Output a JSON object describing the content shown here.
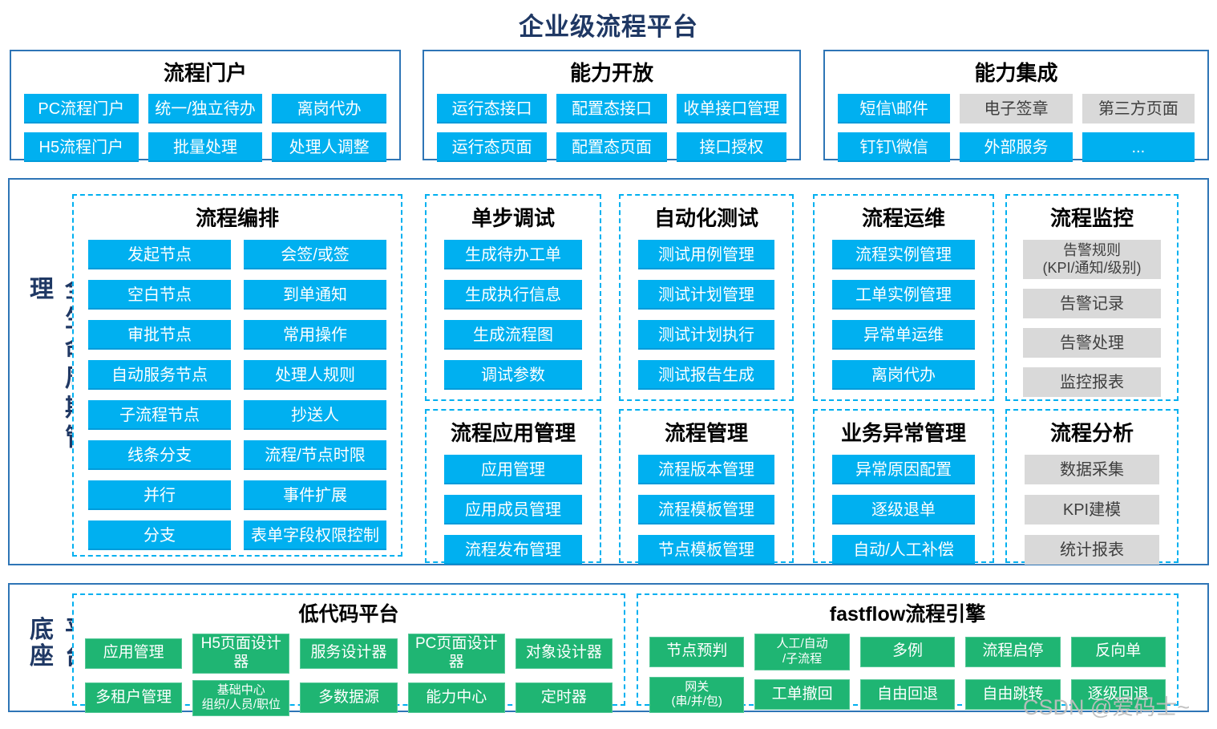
{
  "page": {
    "title": "企业级流程平台",
    "watermark": "CSDN @爱码士~"
  },
  "colors": {
    "accent_blue": "#00B0F0",
    "accent_green": "#1FB573",
    "accent_gray": "#D9D9D9",
    "border_blue": "#2E75B6",
    "dashed_blue": "#00B0F0",
    "navy_text": "#1F3864"
  },
  "top_sections": [
    {
      "title": "流程门户",
      "items": [
        {
          "label": "PC流程门户",
          "style": "blue"
        },
        {
          "label": "统一/独立待办",
          "style": "blue"
        },
        {
          "label": "离岗代办",
          "style": "blue"
        },
        {
          "label": "H5流程门户",
          "style": "blue"
        },
        {
          "label": "批量处理",
          "style": "blue"
        },
        {
          "label": "处理人调整",
          "style": "blue"
        }
      ]
    },
    {
      "title": "能力开放",
      "items": [
        {
          "label": "运行态接口",
          "style": "blue"
        },
        {
          "label": "配置态接口",
          "style": "blue"
        },
        {
          "label": "收单接口管理",
          "style": "blue"
        },
        {
          "label": "运行态页面",
          "style": "blue"
        },
        {
          "label": "配置态页面",
          "style": "blue"
        },
        {
          "label": "接口授权",
          "style": "blue"
        }
      ]
    },
    {
      "title": "能力集成",
      "items": [
        {
          "label": "短信\\邮件",
          "style": "blue"
        },
        {
          "label": "电子签章",
          "style": "gray"
        },
        {
          "label": "第三方页面",
          "style": "gray"
        },
        {
          "label": "钉钉\\微信",
          "style": "blue"
        },
        {
          "label": "外部服务",
          "style": "blue"
        },
        {
          "label": "...",
          "style": "blue"
        }
      ]
    }
  ],
  "lifecycle": {
    "label": "全生命周期管理",
    "columns": [
      {
        "title": "流程编排",
        "items": [
          {
            "label": "发起节点",
            "style": "blue"
          },
          {
            "label": "会签/或签",
            "style": "blue"
          },
          {
            "label": "空白节点",
            "style": "blue"
          },
          {
            "label": "到单通知",
            "style": "blue"
          },
          {
            "label": "审批节点",
            "style": "blue"
          },
          {
            "label": "常用操作",
            "style": "blue"
          },
          {
            "label": "自动服务节点",
            "style": "blue"
          },
          {
            "label": "处理人规则",
            "style": "blue"
          },
          {
            "label": "子流程节点",
            "style": "blue"
          },
          {
            "label": "抄送人",
            "style": "blue"
          },
          {
            "label": "线条分支",
            "style": "blue"
          },
          {
            "label": "流程/节点时限",
            "style": "blue"
          },
          {
            "label": "并行",
            "style": "blue"
          },
          {
            "label": "事件扩展",
            "style": "blue"
          },
          {
            "label": "分支",
            "style": "blue"
          },
          {
            "label": "表单字段权限控制",
            "style": "blue"
          }
        ]
      },
      {
        "title": "单步调试",
        "items": [
          {
            "label": "生成待办工单",
            "style": "blue"
          },
          {
            "label": "生成执行信息",
            "style": "blue"
          },
          {
            "label": "生成流程图",
            "style": "blue"
          },
          {
            "label": "调试参数",
            "style": "blue"
          }
        ]
      },
      {
        "title": "自动化测试",
        "items": [
          {
            "label": "测试用例管理",
            "style": "blue"
          },
          {
            "label": "测试计划管理",
            "style": "blue"
          },
          {
            "label": "测试计划执行",
            "style": "blue"
          },
          {
            "label": "测试报告生成",
            "style": "blue"
          }
        ]
      },
      {
        "title": "流程运维",
        "items": [
          {
            "label": "流程实例管理",
            "style": "blue"
          },
          {
            "label": "工单实例管理",
            "style": "blue"
          },
          {
            "label": "异常单运维",
            "style": "blue"
          },
          {
            "label": "离岗代办",
            "style": "blue"
          }
        ]
      },
      {
        "title": "流程监控",
        "items": [
          {
            "label": "告警规则\n(KPI/通知/级别)",
            "style": "gray"
          },
          {
            "label": "告警记录",
            "style": "gray"
          },
          {
            "label": "告警处理",
            "style": "gray"
          },
          {
            "label": "监控报表",
            "style": "gray"
          }
        ]
      },
      {
        "title": "流程应用管理",
        "items": [
          {
            "label": "应用管理",
            "style": "blue"
          },
          {
            "label": "应用成员管理",
            "style": "blue"
          },
          {
            "label": "流程发布管理",
            "style": "blue"
          }
        ]
      },
      {
        "title": "流程管理",
        "items": [
          {
            "label": "流程版本管理",
            "style": "blue"
          },
          {
            "label": "流程模板管理",
            "style": "blue"
          },
          {
            "label": "节点模板管理",
            "style": "blue"
          }
        ]
      },
      {
        "title": "业务异常管理",
        "items": [
          {
            "label": "异常原因配置",
            "style": "blue"
          },
          {
            "label": "逐级退单",
            "style": "blue"
          },
          {
            "label": "自动/人工补偿",
            "style": "blue"
          }
        ]
      },
      {
        "title": "流程分析",
        "items": [
          {
            "label": "数据采集",
            "style": "gray"
          },
          {
            "label": "KPI建模",
            "style": "gray"
          },
          {
            "label": "统计报表",
            "style": "gray"
          }
        ]
      }
    ]
  },
  "foundation": {
    "label": "平台底座",
    "sections": [
      {
        "title": "低代码平台",
        "items": [
          {
            "label": "应用管理",
            "style": "green"
          },
          {
            "label": "H5页面设计器",
            "style": "green"
          },
          {
            "label": "服务设计器",
            "style": "green"
          },
          {
            "label": "PC页面设计器",
            "style": "green"
          },
          {
            "label": "对象设计器",
            "style": "green"
          },
          {
            "label": "多租户管理",
            "style": "green"
          },
          {
            "label": "基础中心\n组织/人员/职位",
            "style": "green"
          },
          {
            "label": "多数据源",
            "style": "green"
          },
          {
            "label": "能力中心",
            "style": "green"
          },
          {
            "label": "定时器",
            "style": "green"
          }
        ]
      },
      {
        "title": "fastflow流程引擎",
        "items": [
          {
            "label": "节点预判",
            "style": "green"
          },
          {
            "label": "人工/自动\n/子流程",
            "style": "green"
          },
          {
            "label": "多例",
            "style": "green"
          },
          {
            "label": "流程启停",
            "style": "green"
          },
          {
            "label": "反向单",
            "style": "green"
          },
          {
            "label": "网关\n(串/并/包)",
            "style": "green"
          },
          {
            "label": "工单撤回",
            "style": "green"
          },
          {
            "label": "自由回退",
            "style": "green"
          },
          {
            "label": "自由跳转",
            "style": "green"
          },
          {
            "label": "逐级回退",
            "style": "green"
          }
        ]
      }
    ]
  }
}
